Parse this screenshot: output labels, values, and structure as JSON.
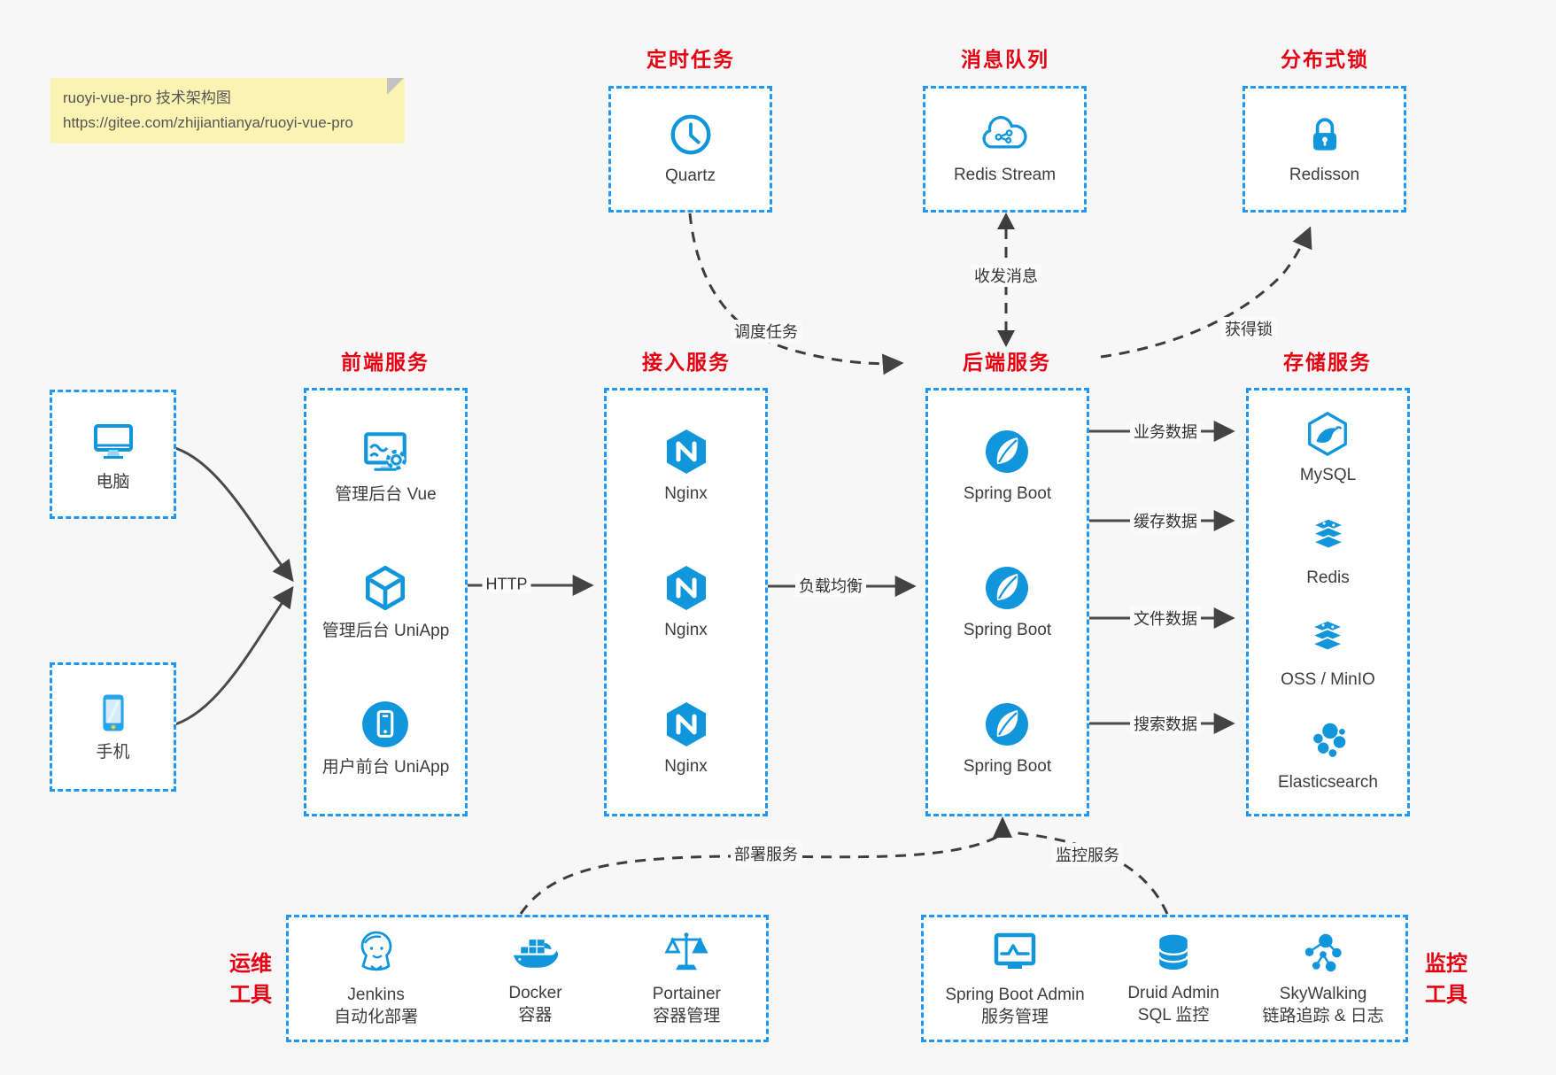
{
  "colors": {
    "box_border_blue": "#2196f3",
    "icon_blue": "#1296db",
    "title_red": "#e60012",
    "note_bg": "#faf3b2",
    "arrow_dark": "#434343"
  },
  "note": {
    "line1": "ruoyi-vue-pro 技术架构图",
    "line2": "https://gitee.com/zhijiantianya/ruoyi-vue-pro"
  },
  "groups": {
    "scheduler": {
      "title": "定时任务",
      "items": [
        {
          "label": "Quartz",
          "icon": "clock-icon"
        }
      ]
    },
    "mq": {
      "title": "消息队列",
      "items": [
        {
          "label": "Redis Stream",
          "icon": "cloud-icon"
        }
      ]
    },
    "lock": {
      "title": "分布式锁",
      "items": [
        {
          "label": "Redisson",
          "icon": "lock-icon"
        }
      ]
    },
    "clients": {
      "computer": {
        "label": "电脑"
      },
      "phone": {
        "label": "手机"
      }
    },
    "frontend": {
      "title": "前端服务",
      "items": [
        {
          "label": "管理后台 Vue"
        },
        {
          "label": "管理后台 UniApp"
        },
        {
          "label": "用户前台 UniApp"
        }
      ]
    },
    "access": {
      "title": "接入服务",
      "items": [
        {
          "label": "Nginx"
        },
        {
          "label": "Nginx"
        },
        {
          "label": "Nginx"
        }
      ]
    },
    "backend": {
      "title": "后端服务",
      "items": [
        {
          "label": "Spring Boot"
        },
        {
          "label": "Spring Boot"
        },
        {
          "label": "Spring Boot"
        }
      ]
    },
    "storage": {
      "title": "存储服务",
      "items": [
        {
          "label": "MySQL"
        },
        {
          "label": "Redis"
        },
        {
          "label": "OSS / MinIO"
        },
        {
          "label": "Elasticsearch"
        }
      ]
    },
    "ops": {
      "title": "运维\n工具",
      "items": [
        {
          "name": "Jenkins",
          "desc": "自动化部署"
        },
        {
          "name": "Docker",
          "desc": "容器"
        },
        {
          "name": "Portainer",
          "desc": "容器管理"
        }
      ]
    },
    "monitoring": {
      "title": "监控\n工具",
      "items": [
        {
          "name": "Spring Boot Admin",
          "desc": "服务管理"
        },
        {
          "name": "Druid Admin",
          "desc": "SQL 监控"
        },
        {
          "name": "SkyWalking",
          "desc": "链路追踪 & 日志"
        }
      ]
    }
  },
  "edges": {
    "http": "HTTP",
    "load_balance": "负载均衡",
    "schedule": "调度任务",
    "messages": "收发消息",
    "acquire_lock": "获得锁",
    "business_data": "业务数据",
    "cache_data": "缓存数据",
    "file_data": "文件数据",
    "search_data": "搜索数据",
    "deploy": "部署服务",
    "monitor": "监控服务"
  }
}
